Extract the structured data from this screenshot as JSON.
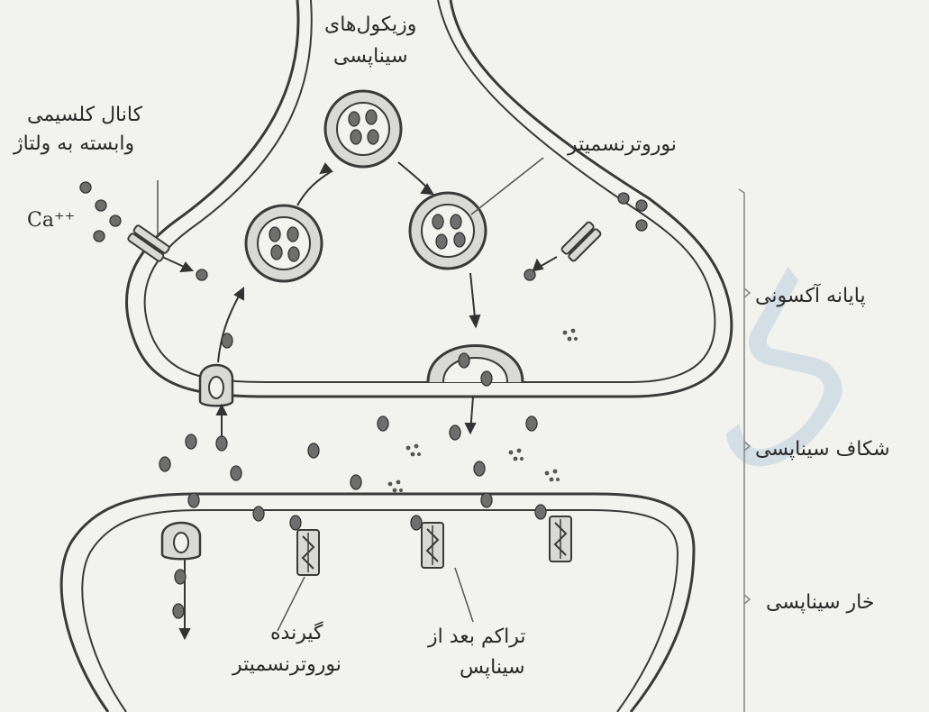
{
  "labels": {
    "vesicles_l1": "وزیکول‌های",
    "vesicles_l2": "سیناپسی",
    "channel_l1": "کانال کلسیمی",
    "channel_l2": "وابسته به ولتاژ",
    "neurotransmitter": "نوروترنسمیتر",
    "calcium": "Ca⁺⁺",
    "axon_terminal": "پایانه آکسونی",
    "synaptic_cleft": "شکاف سیناپسی",
    "synaptic_spine": "خار سیناپسی",
    "receptor_l1": "گیرنده",
    "receptor_l2": "نوروترنسمیتر",
    "psd_l1": "تراکم بعد از",
    "psd_l2": "سیناپس"
  },
  "watermark": "ک",
  "colors": {
    "outline": "#3a3a3a",
    "membrane_fill": "#d9d9d5",
    "molecule": "#6e6e6e",
    "background": "#f2f2ef"
  }
}
